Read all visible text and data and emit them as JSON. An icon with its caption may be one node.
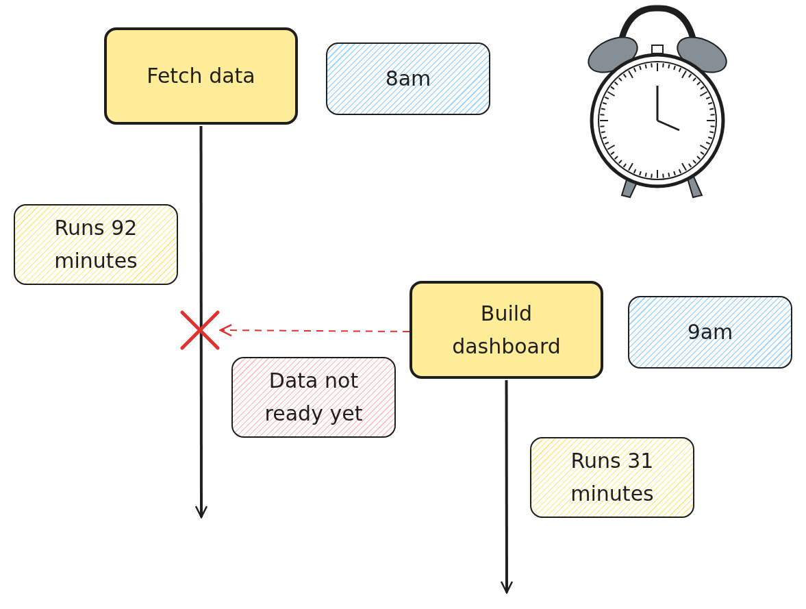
{
  "diagram": {
    "nodes": [
      {
        "text": [
          "Fetch data"
        ]
      },
      {
        "text": [
          "8am"
        ]
      },
      {
        "text": [
          "Runs 92 minutes"
        ]
      },
      {
        "text": [
          "Build dashboard"
        ]
      },
      {
        "text": [
          "9am"
        ]
      },
      {
        "text": [
          "Data not ready yet"
        ]
      },
      {
        "text": [
          "Runs 31 minutes"
        ]
      },
      {
        "text": [],
        "shape": "cross"
      }
    ],
    "edges": [
      {
        "from": 0,
        "to": null,
        "arrow": "to"
      },
      {
        "from": 3,
        "to": null,
        "arrow": "to"
      },
      {
        "from": 3,
        "to": 7,
        "arrow": "to",
        "style": "dashed",
        "color": "#e03131"
      }
    ]
  }
}
